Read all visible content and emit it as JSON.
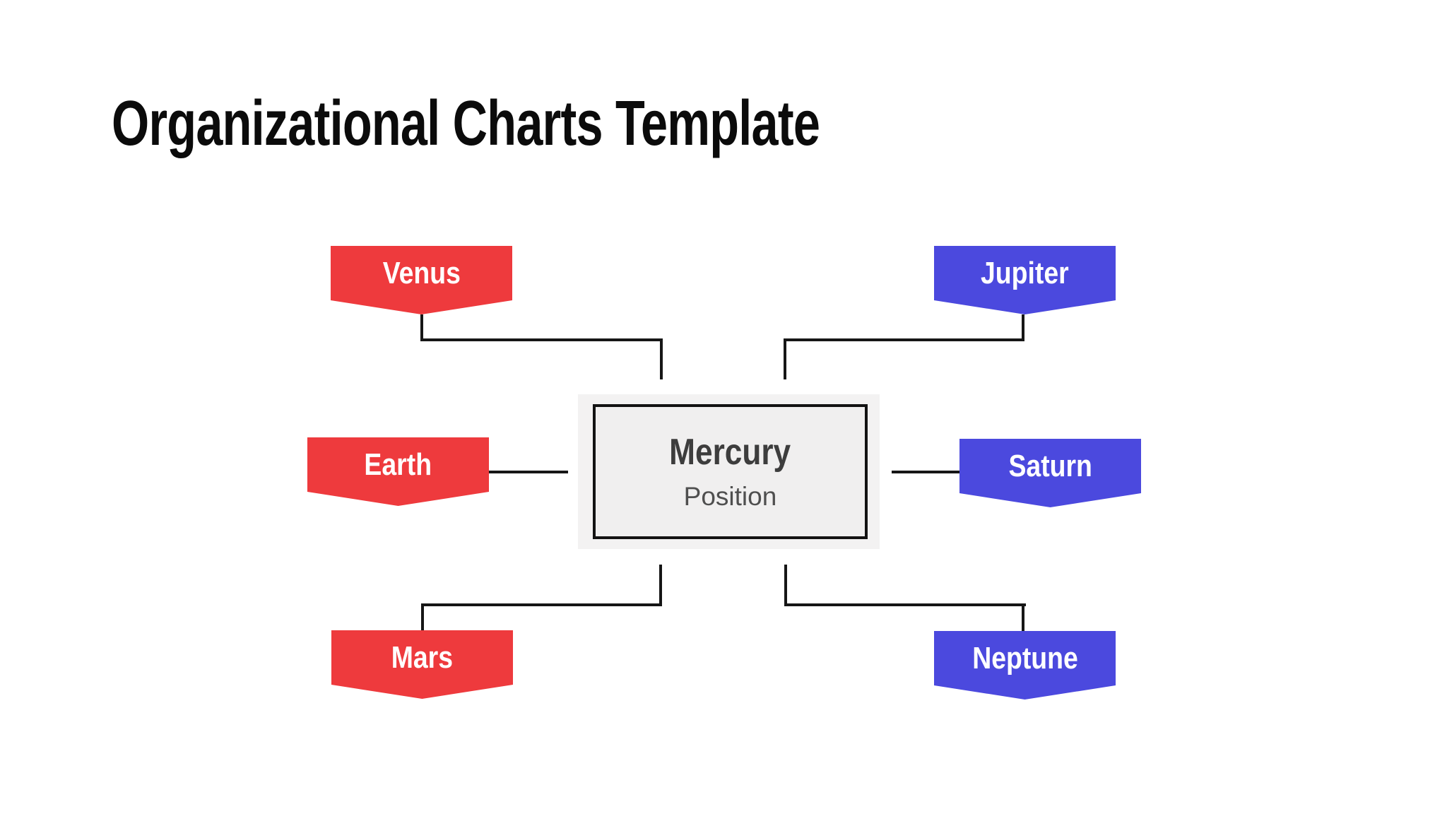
{
  "title": "Organizational Charts Template",
  "center": {
    "name": "Mercury",
    "role": "Position"
  },
  "nodes": [
    {
      "id": "venus",
      "label": "Venus",
      "color": "#ee3a3d",
      "side": "top-left"
    },
    {
      "id": "jupiter",
      "label": "Jupiter",
      "color": "#4b49de",
      "side": "top-right"
    },
    {
      "id": "earth",
      "label": "Earth",
      "color": "#ee3a3d",
      "side": "middle-left"
    },
    {
      "id": "saturn",
      "label": "Saturn",
      "color": "#4b49de",
      "side": "middle-right"
    },
    {
      "id": "mars",
      "label": "Mars",
      "color": "#ee3a3d",
      "side": "bottom-left"
    },
    {
      "id": "neptune",
      "label": "Neptune",
      "color": "#4b49de",
      "side": "bottom-right"
    }
  ],
  "colors": {
    "background": "#ffffff",
    "title_text": "#0b0b0b",
    "banner_red": "#ee3a3d",
    "banner_blue": "#4b49de",
    "banner_text": "#ffffff",
    "connector": "#161616",
    "center_panel": "#f3f2f2",
    "center_fill": "#f0efef",
    "center_border": "#131313",
    "center_name_text": "#3d3d3d",
    "center_role_text": "#4f4f4f"
  }
}
